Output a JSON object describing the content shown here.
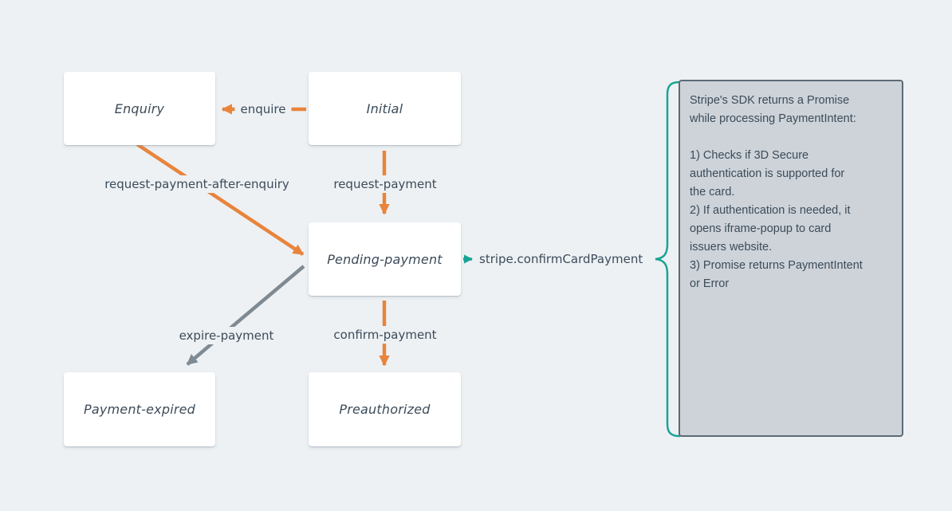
{
  "diagram": {
    "nodes": {
      "enquiry": "Enquiry",
      "initial": "Initial",
      "pending_payment": "Pending-payment",
      "payment_expired": "Payment-expired",
      "preauthorized": "Preauthorized"
    },
    "edges": {
      "enquire": "enquire",
      "request_payment": "request-payment",
      "request_payment_after_enquiry": "request-payment-after-enquiry",
      "expire_payment": "expire-payment",
      "confirm_payment": "confirm-payment"
    },
    "sdk_call": "stripe.confirmCardPayment",
    "note": {
      "lines": [
        "Stripe's SDK returns a Promise",
        "while processing PaymentIntent:",
        "",
        "1) Checks if 3D Secure",
        "authentication is supported for",
        "the card.",
        "2) If authentication is needed, it",
        "opens iframe-popup to card",
        "issuers website.",
        "3) Promise returns PaymentIntent",
        "or Error"
      ]
    },
    "colors": {
      "background": "#edf1f4",
      "node_bg": "#ffffff",
      "text": "#3c4b59",
      "orange": "#e8843c",
      "gray": "#7f8a92",
      "teal": "#1aa495",
      "note_bg": "#cdd3d9",
      "note_border": "#5c6b76"
    }
  }
}
